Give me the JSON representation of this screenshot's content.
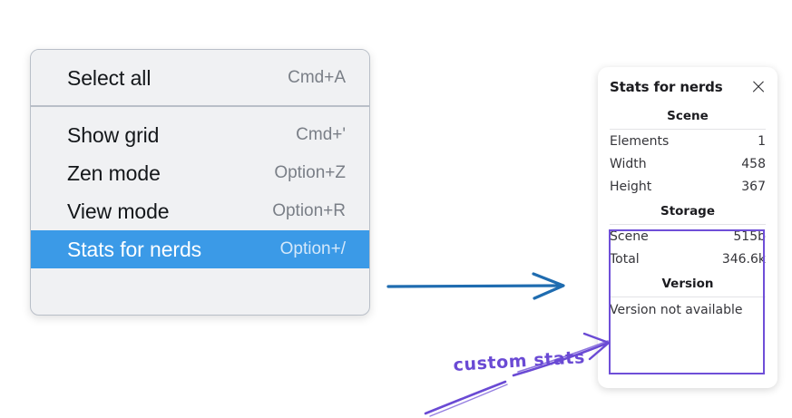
{
  "context_menu": {
    "sections": [
      {
        "items": [
          {
            "label": "Select all",
            "shortcut": "Cmd+A",
            "selected": false
          }
        ]
      },
      {
        "items": [
          {
            "label": "Show grid",
            "shortcut": "Cmd+'",
            "selected": false
          },
          {
            "label": "Zen mode",
            "shortcut": "Option+Z",
            "selected": false
          },
          {
            "label": "View mode",
            "shortcut": "Option+R",
            "selected": false
          },
          {
            "label": "Stats for nerds",
            "shortcut": "Option+/",
            "selected": true
          }
        ]
      }
    ]
  },
  "stats_panel": {
    "title": "Stats for nerds",
    "close_icon": "close-icon",
    "groups": [
      {
        "title": "Scene",
        "rows": [
          {
            "key": "Elements",
            "value": "1"
          },
          {
            "key": "Width",
            "value": "458"
          },
          {
            "key": "Height",
            "value": "367"
          }
        ]
      },
      {
        "title": "Storage",
        "rows": [
          {
            "key": "Scene",
            "value": "515b"
          },
          {
            "key": "Total",
            "value": "346.6k"
          }
        ]
      },
      {
        "title": "Version",
        "note": "Version not available",
        "rows": []
      }
    ]
  },
  "annotations": {
    "custom_stats_label": "custom stats",
    "flow_arrow": "arrow-right",
    "callout_arrow": "arrow-up-right"
  },
  "colors": {
    "menu_background": "#f0f1f3",
    "menu_border": "#b9bfc8",
    "selection_blue": "#3b9ae7",
    "selection_text": "#ffffff",
    "shortcut_gray": "#7a7f87",
    "panel_background": "#ffffff",
    "highlight_purple": "#6f4fd8",
    "annotation_purple": "#6a4ad4",
    "flow_arrow_blue": "#1f6cb0",
    "canvas_background": "#ffffff"
  }
}
